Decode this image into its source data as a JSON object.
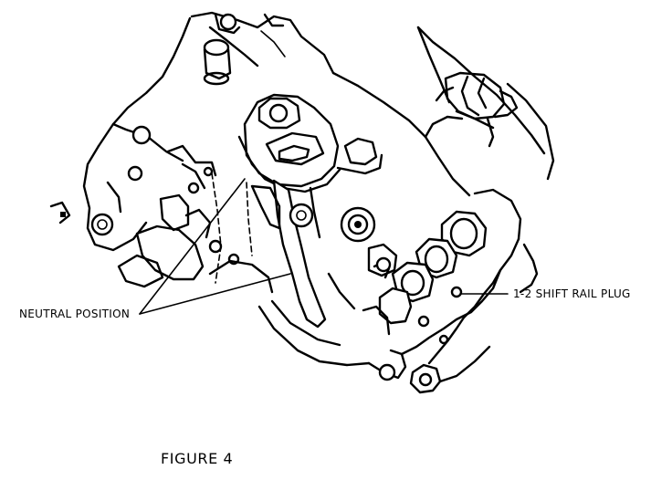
{
  "labels": {
    "neutral_position": "NEUTRAL POSITION",
    "shift_rail_plug": "1-2 SHIFT RAIL PLUG",
    "figure": "FIGURE 4"
  }
}
